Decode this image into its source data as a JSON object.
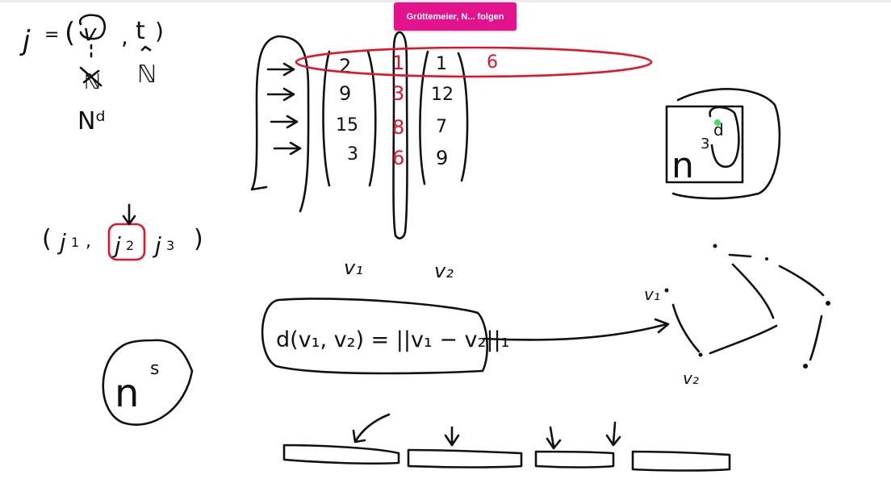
{
  "follow_button": {
    "label": "Grüttemeier, N... folgen"
  },
  "colors": {
    "ink": "#111111",
    "red_ink": "#e0152a",
    "button": "#e2138c",
    "highlight_dot": "#4cd964"
  },
  "notes": {
    "tuple_j": "j = (v, t)",
    "tuple_j_list": "( j₁ , j₂ , j₃ )",
    "set_N": "ℕ",
    "set_N_d": "Nᵈ",
    "label_v1": "v₁",
    "label_v2": "v₂",
    "distance_formula": "d(v₁, v₂) = ||v₁ − v₂||₁",
    "graph_v1": "v₁",
    "graph_v2": "v₂",
    "n_s": "n",
    "n_s_exp": "s",
    "n_box": "n",
    "n_box_inner": "3",
    "n_box_exp": "d"
  },
  "matrix": {
    "col1": [
      "2",
      "9",
      "15",
      "3"
    ],
    "col_red": [
      "1",
      "3",
      "8",
      "6"
    ],
    "col3": [
      "1",
      "12",
      "7",
      "9"
    ],
    "extra_red": "6"
  }
}
